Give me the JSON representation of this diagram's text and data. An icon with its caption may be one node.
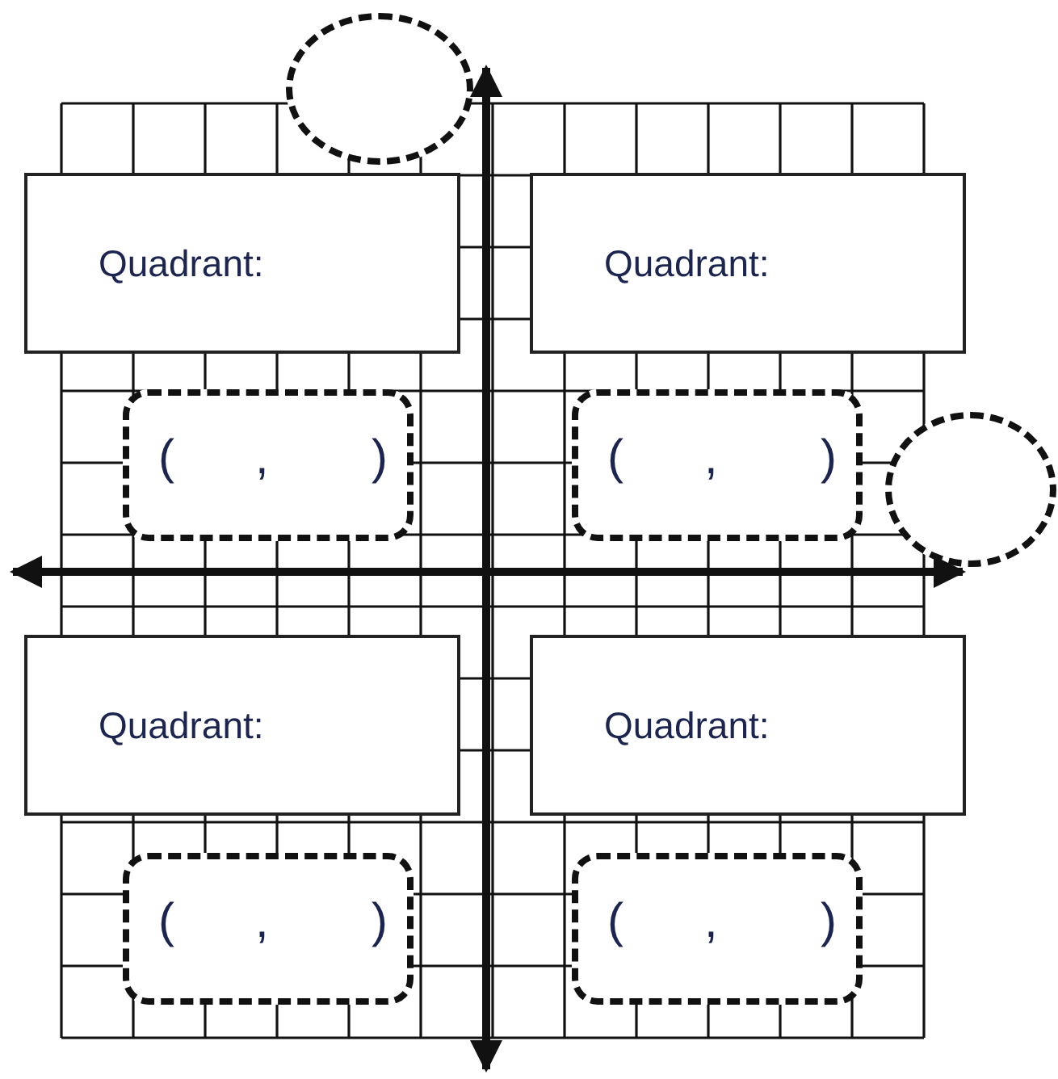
{
  "diagram": {
    "nodes": [
      {
        "text": [],
        "shape": "circle"
      },
      {
        "text": [
          "Quadrant:"
        ]
      },
      {
        "text": [
          "Quadrant:"
        ]
      },
      {
        "text": [
          "(",
          ",",
          ")"
        ]
      },
      {
        "text": [
          "(",
          ",",
          ")"
        ]
      },
      {
        "text": [],
        "shape": "circle"
      },
      {
        "text": [
          "Quadrant:"
        ]
      },
      {
        "text": [
          "Quadrant:"
        ]
      },
      {
        "text": [
          "(",
          ",",
          ")"
        ]
      },
      {
        "text": [
          "(",
          ",",
          ")"
        ]
      }
    ]
  }
}
